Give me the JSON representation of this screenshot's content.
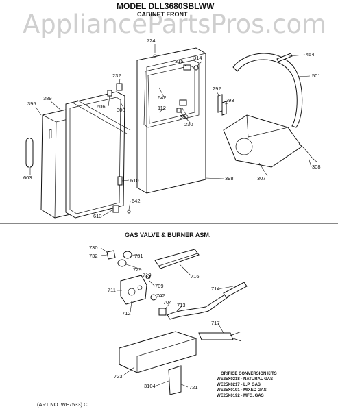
{
  "watermark": "AppliancePartsPros.com",
  "title": "MODEL DLL3680SBLWW",
  "section_top": "CABINET FRONT",
  "section_bottom": "GAS VALVE & BURNER ASM.",
  "art_no": "(ART NO. WE7533) C",
  "kit": {
    "heading": "ORIFICE CONVERSION KITS",
    "rows": [
      "WE25X0218 - NATURAL GAS",
      "WE25X0217 - L.P. GAS",
      "WE25X0191 - MIXED GAS",
      "WE25X0192 - MFG. GAS"
    ]
  },
  "callouts_top": [
    "724",
    "314",
    "315",
    "454",
    "501",
    "232",
    "606",
    "300",
    "389",
    "395",
    "642",
    "112",
    "292",
    "293",
    "380",
    "230",
    "603",
    "610",
    "642",
    "613",
    "398",
    "307",
    "308"
  ],
  "callouts_bottom": [
    "730",
    "732",
    "731",
    "729",
    "710",
    "716",
    "709",
    "711",
    "702",
    "704",
    "712",
    "713",
    "714",
    "717",
    "723",
    "3104",
    "721"
  ]
}
